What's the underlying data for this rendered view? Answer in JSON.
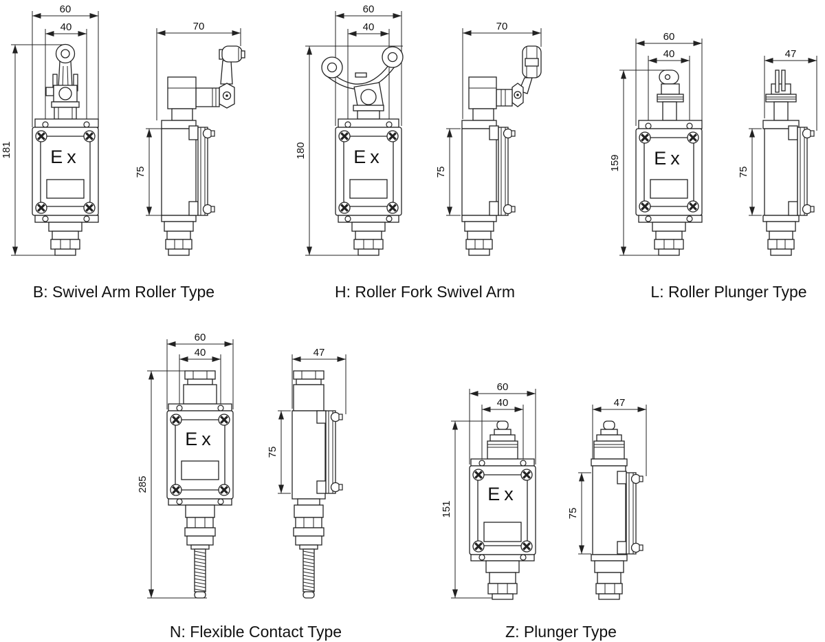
{
  "diagram": {
    "background": "#ffffff",
    "line_color": "#222222",
    "description_unit": "mm"
  },
  "figures": [
    {
      "key": "B",
      "caption": "B: Swivel Arm Roller Type",
      "front": {
        "w_outer": "60",
        "w_inner": "40",
        "height": "181",
        "marking": "Ex"
      },
      "side": {
        "width": "70",
        "height": "75"
      }
    },
    {
      "key": "H",
      "caption": "H: Roller Fork Swivel Arm",
      "front": {
        "w_outer": "60",
        "w_inner": "40",
        "height": "180",
        "marking": "Ex"
      },
      "side": {
        "width": "70",
        "height": "75"
      }
    },
    {
      "key": "L",
      "caption": "L: Roller Plunger Type",
      "front": {
        "w_outer": "60",
        "w_inner": "40",
        "height": "159",
        "marking": "Ex"
      },
      "side": {
        "width": "47",
        "height": "75"
      }
    },
    {
      "key": "N",
      "caption": "N: Flexible Contact Type",
      "front": {
        "w_outer": "60",
        "w_inner": "40",
        "height": "285",
        "marking": "Ex"
      },
      "side": {
        "width": "47",
        "height": "75"
      }
    },
    {
      "key": "Z",
      "caption": "Z: Plunger Type",
      "front": {
        "w_outer": "60",
        "w_inner": "40",
        "height": "151",
        "marking": "Ex"
      },
      "side": {
        "width": "47",
        "height": "75"
      }
    }
  ]
}
